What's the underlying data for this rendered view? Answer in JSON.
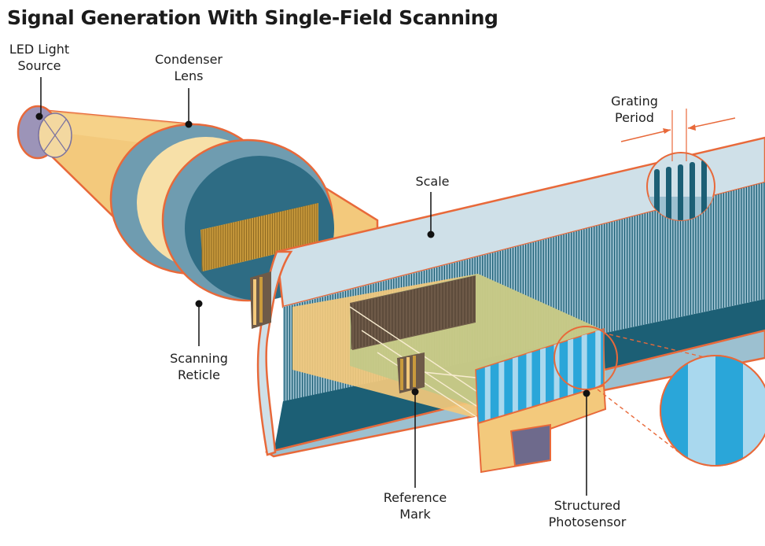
{
  "title": "Signal Generation With Single-Field Scanning",
  "labels": {
    "led": [
      "LED Light",
      "Source"
    ],
    "condenser": [
      "Condenser",
      "Lens"
    ],
    "grating": [
      "Grating",
      "Period"
    ],
    "scale": [
      "Scale"
    ],
    "reticle": [
      "Scanning",
      "Reticle"
    ],
    "reference": [
      "Reference",
      "Mark"
    ],
    "photosensor": [
      "Structured",
      "Photosensor"
    ]
  },
  "colors": {
    "outline": "#e8693a",
    "scale_light": "#cfe0e8",
    "scale_mid": "#9cc0d0",
    "scale_dark": "#1c5f75",
    "beam": "#f3c97c",
    "beam_light": "#f7e0a8",
    "sensor_blue": "#2aa6d9",
    "sensor_light": "#a9d8ee",
    "reticle_gold": "#c99a3c",
    "brown": "#6e5a48",
    "lens_rim": "#6f9cb0",
    "led_purple": "#9c94b8"
  }
}
